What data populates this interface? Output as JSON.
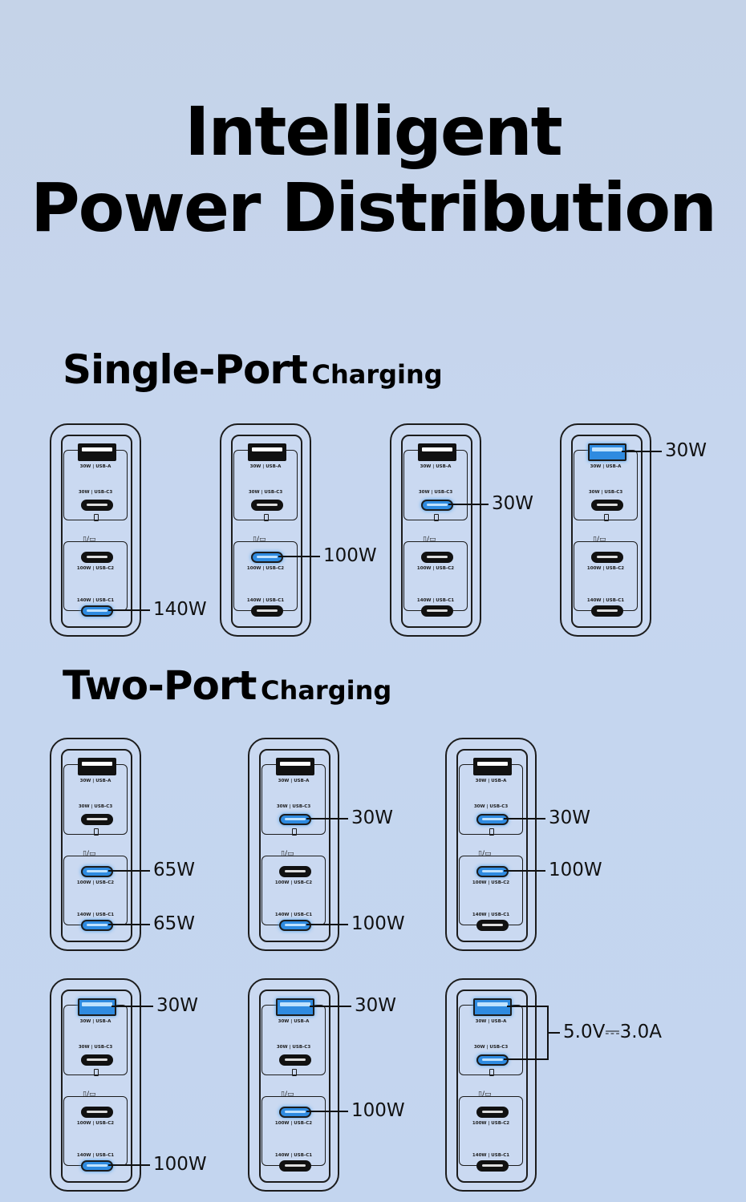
{
  "title": {
    "line1": "Intelligent",
    "line2": "Power Distribution"
  },
  "single": {
    "big": "Single-Port",
    "small": "Charging"
  },
  "two": {
    "big": "Two-Port",
    "small": "Charging"
  },
  "port_labels": {
    "usba": "30W | USB-A",
    "c3": "30W | USB-C3",
    "c2": "100W | USB-C2",
    "c1": "140W | USB-C1"
  },
  "device_icons": "▯/▭",
  "colors": {
    "active_port": "#2f8be0",
    "background": "#c6d6ef"
  },
  "chargers": [
    {
      "name": "single-c1",
      "active": [
        "c1"
      ],
      "watts": {
        "c1": "140W"
      }
    },
    {
      "name": "single-c2",
      "active": [
        "c2"
      ],
      "watts": {
        "c2": "100W"
      }
    },
    {
      "name": "single-c3",
      "active": [
        "c3"
      ],
      "watts": {
        "c3": "30W"
      }
    },
    {
      "name": "single-a",
      "active": [
        "usba"
      ],
      "watts": {
        "usba": "30W"
      }
    },
    {
      "name": "two-c2-c1",
      "active": [
        "c2",
        "c1"
      ],
      "watts": {
        "c2": "65W",
        "c1": "65W"
      }
    },
    {
      "name": "two-c3-c1",
      "active": [
        "c3",
        "c1"
      ],
      "watts": {
        "c3": "30W",
        "c1": "100W"
      }
    },
    {
      "name": "two-c3-c2",
      "active": [
        "c3",
        "c2"
      ],
      "watts": {
        "c3": "30W",
        "c2": "100W"
      }
    },
    {
      "name": "two-a-c1",
      "active": [
        "usba",
        "c1"
      ],
      "watts": {
        "usba": "30W",
        "c1": "100W"
      }
    },
    {
      "name": "two-a-c2",
      "active": [
        "usba",
        "c2"
      ],
      "watts": {
        "usba": "30W",
        "c2": "100W"
      }
    },
    {
      "name": "two-a-c3",
      "active": [
        "usba",
        "c3"
      ],
      "bracket_label": "5.0V⎓3.0A"
    }
  ]
}
